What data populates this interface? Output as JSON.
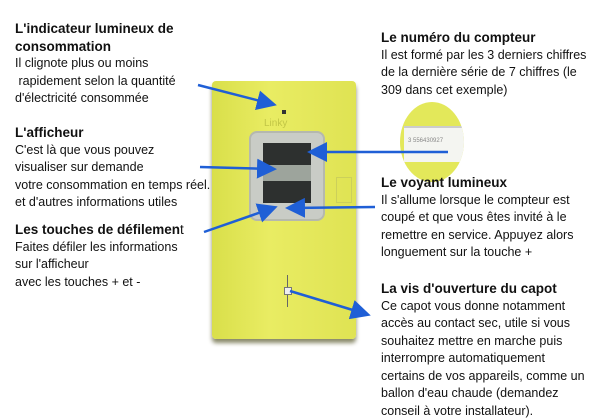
{
  "meter": {
    "brand": "Linky"
  },
  "inset": {
    "serial": "3 556430927"
  },
  "annotations": {
    "indicateur": {
      "title": "L'indicateur lumineux de",
      "title2": "consommation",
      "lines": [
        "Il clignote plus ou moins",
        " rapidement selon la quantité",
        "d'électricité consommée"
      ]
    },
    "afficheur": {
      "title": "L'afficheur",
      "lines": [
        "C'est là que vous pouvez",
        "visualiser sur demande",
        "votre consommation en temps réel.",
        "et d'autres informations utiles"
      ]
    },
    "touches": {
      "title_bold": "Les touches de défilemen",
      "title_regular": "t",
      "lines": [
        "Faites défiler les informations",
        "sur l'afficheur",
        "avec les touches + et -"
      ]
    },
    "numero": {
      "title": "Le numéro du compteur",
      "lines": [
        "Il est formé par les 3 derniers chiffres",
        "de la dernière série de 7 chiffres (le",
        "309 dans cet exemple)"
      ]
    },
    "voyant": {
      "title": "Le voyant lumineux",
      "lines": [
        "Il s'allume lorsque le compteur est",
        "coupé et que vous êtes invité à le",
        "remettre en service. Appuyez alors",
        "longuement sur la touche +"
      ]
    },
    "vis": {
      "title": "La vis d'ouverture du capot",
      "lines": [
        "Ce capot vous donne notamment",
        "accès au contact sec, utile si vous",
        "souhaitez mettre en marche puis",
        "interrompre automatiquement",
        "certains de vos appareils, comme un",
        "ballon d'eau chaude (demandez",
        "conseil à votre installateur)."
      ]
    }
  },
  "colors": {
    "arrow": "#1f5fd6",
    "meter": "#e3e85a"
  }
}
